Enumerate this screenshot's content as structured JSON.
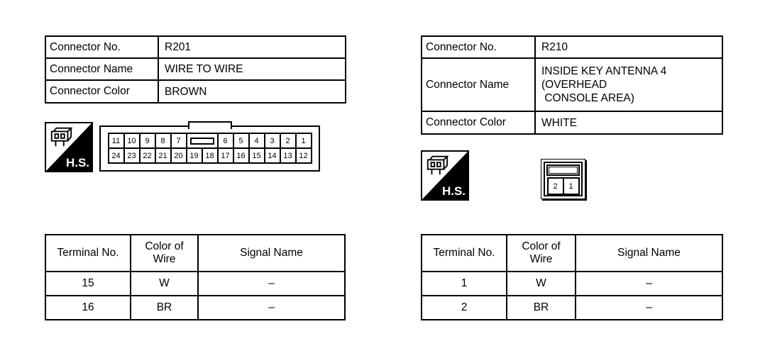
{
  "colors": {
    "ink": "#000000",
    "paper": "#ffffff"
  },
  "left": {
    "info": {
      "rows": [
        {
          "label": "Connector No.",
          "value": "R201"
        },
        {
          "label": "Connector Name",
          "value": "WIRE TO WIRE"
        },
        {
          "label": "Connector Color",
          "value": "BROWN"
        }
      ]
    },
    "hs_label": "H.S.",
    "connector": {
      "pins_top": [
        "11",
        "10",
        "9",
        "8",
        "7",
        "6",
        "5",
        "4",
        "3",
        "2",
        "1"
      ],
      "pins_bottom": [
        "24",
        "23",
        "22",
        "21",
        "20",
        "19",
        "18",
        "17",
        "16",
        "15",
        "14",
        "13",
        "12"
      ]
    },
    "terminals": {
      "headers": [
        "Terminal No.",
        "Color of\nWire",
        "Signal Name"
      ],
      "rows": [
        {
          "terminal": "15",
          "color": "W",
          "signal": "–"
        },
        {
          "terminal": "16",
          "color": "BR",
          "signal": "–"
        }
      ]
    }
  },
  "right": {
    "info": {
      "rows": [
        {
          "label": "Connector No.",
          "value": "R210"
        },
        {
          "label": "Connector Name",
          "value": "INSIDE KEY ANTENNA 4\n(OVERHEAD\n CONSOLE AREA)"
        },
        {
          "label": "Connector Color",
          "value": "WHITE"
        }
      ]
    },
    "hs_label": "H.S.",
    "connector": {
      "pins": [
        "2",
        "1"
      ]
    },
    "terminals": {
      "headers": [
        "Terminal No.",
        "Color of\nWire",
        "Signal Name"
      ],
      "rows": [
        {
          "terminal": "1",
          "color": "W",
          "signal": "–"
        },
        {
          "terminal": "2",
          "color": "BR",
          "signal": "–"
        }
      ]
    }
  }
}
